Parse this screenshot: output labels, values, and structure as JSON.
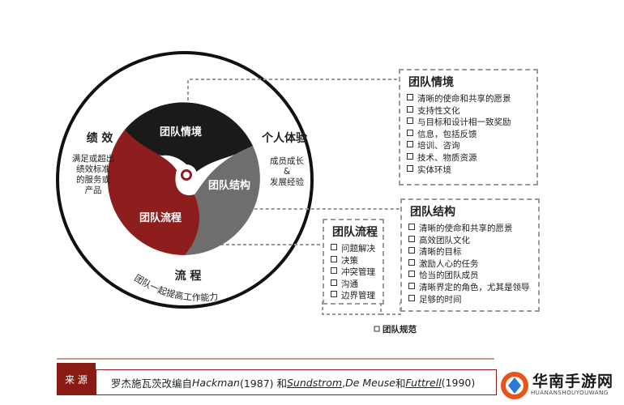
{
  "diagram": {
    "left_title": "绩 效",
    "left_desc": [
      "满足或超出",
      "绩效标准",
      "的服务或",
      "产品"
    ],
    "right_title": "个人体验",
    "right_desc": [
      "成员成长",
      "&",
      "发展经验"
    ],
    "bottom_title": "流 程",
    "bottom_arc_text": "团队一起提高工作能力",
    "segments": {
      "top": "团队情境",
      "right": "团队结构",
      "left": "团队流程"
    }
  },
  "boxes": {
    "context": {
      "title": "团队情境",
      "items": [
        "清晰的使命和共享的愿景",
        "支持性文化",
        "与目标和设计相一致奖励",
        "信息，包括反馈",
        "培训、咨询",
        "技术、物质资源",
        "实体环境"
      ]
    },
    "structure": {
      "title": "团队结构",
      "items": [
        "清晰的使命和共享的愿景",
        "高效团队文化",
        "清晰的目标",
        "激励人心的任务",
        "恰当的团队成员",
        "清晰界定的角色，尤其是领导",
        "足够的时间"
      ]
    },
    "process": {
      "title": "团队流程",
      "items": [
        "问题解决",
        "决策",
        "冲突管理",
        "沟通",
        "边界管理"
      ]
    },
    "norms": "团队规范"
  },
  "footer": {
    "seal": "来 源",
    "source_prefix": "罗杰施瓦茨改编自",
    "author1": "Hackman",
    "year1": " (1987) 和 ",
    "author2": "Sundstrom",
    "sep": " , ",
    "author3": "De Meuse",
    "and": " 和 ",
    "author4": "Futtrell",
    "year2": " (1990)"
  },
  "logo": {
    "name": "华南手游网",
    "sub": "HUANANSHOUYOUWANG"
  },
  "colors": {
    "top_segment": "#1a1a1a",
    "right_segment": "#6e6e6e",
    "left_segment": "#8e1d1d",
    "dashed": "#9a9a9a",
    "seal": "#8a1b12"
  }
}
